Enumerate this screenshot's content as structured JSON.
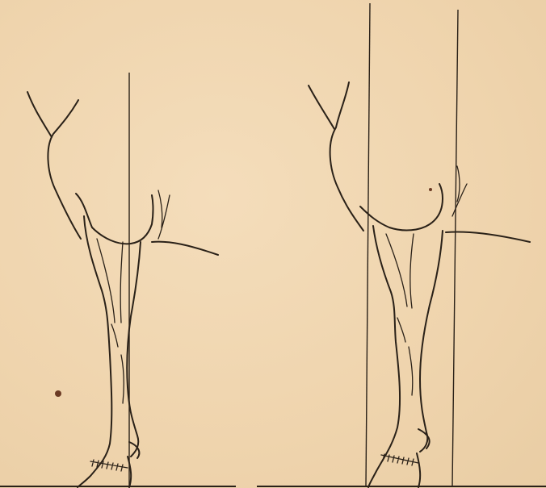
{
  "figures": [
    {
      "id": "left",
      "plumb_lines": 1
    },
    {
      "id": "right",
      "plumb_lines": 2
    }
  ],
  "colors": {
    "paper": "#f1d8b4",
    "ink": "#2a2118"
  }
}
